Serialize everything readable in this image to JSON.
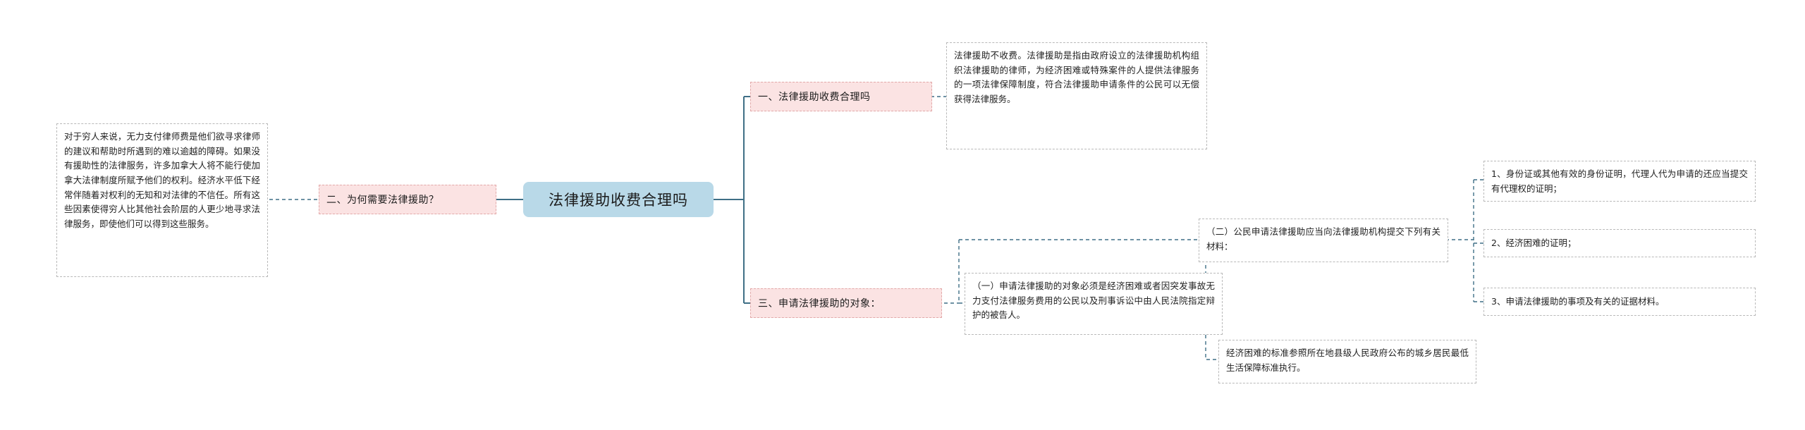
{
  "mindmap": {
    "root": {
      "label": "法律援助收费合理吗"
    },
    "branches": [
      {
        "label": "一、法律援助收费合理吗"
      },
      {
        "label": "二、为何需要法律援助？"
      },
      {
        "label": "三、申请法律援助的对象："
      }
    ],
    "notes": {
      "why_legal_aid": "对于穷人来说，无力支付律师费是他们欲寻求律师的建议和帮助时所遇到的难以逾越的障碍。如果没有援助性的法律服务，许多加拿大人将不能行使加拿大法律制度所赋予他们的权利。经济水平低下经常伴随着对权利的无知和对法律的不信任。所有这些因素使得穷人比其他社会阶层的人更少地寻求法律服务，即使他们可以得到这些服务。",
      "fee_answer": "法律援助不收费。法律援助是指由政府设立的法律援助机构组织法律援助的律师，为经济困难或特殊案件的人提供法律服务的一项法律保障制度，符合法律援助申请条件的公民可以无偿获得法律服务。",
      "object_one": "（一）申请法律援助的对象必须是经济困难或者因突发事故无力支付法律服务费用的公民以及刑事诉讼中由人民法院指定辩护的被告人。",
      "object_two": "（二）公民申请法律援助应当向法律援助机构提交下列有关材料：",
      "hardship_standard": "经济困难的标准参照所在地县级人民政府公布的城乡居民最低生活保障标准执行。",
      "materials": [
        "1、身份证或其他有效的身份证明，代理人代为申请的还应当提交有代理权的证明；",
        "2、经济困难的证明；",
        "3、申请法律援助的事项及有关的证据材料。"
      ]
    }
  },
  "colors": {
    "root_bg": "#b9d9e8",
    "branch_bg": "#fbe3e3",
    "branch_border": "#e2a9a9",
    "leaf_border": "#b9b9b9",
    "line": "#3f6f86"
  }
}
